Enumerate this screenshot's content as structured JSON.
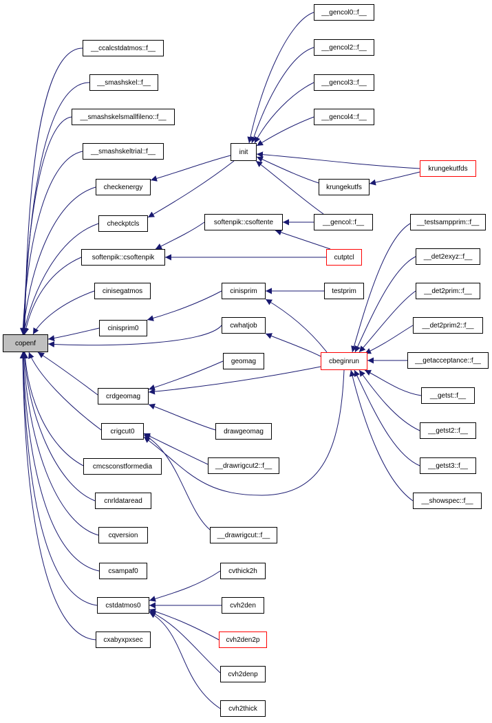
{
  "colors": {
    "edge": "#191970",
    "node_border": "#000000",
    "truncated_border": "#ff0000",
    "root_fill": "#bfbfbf"
  },
  "nodes": {
    "copenf": "copenf",
    "ccalcstdatmos": "__ccalcstdatmos::f__",
    "smashskel": "__smashskel::f__",
    "smashskelsmallfileno": "__smashskelsmallfileno::f__",
    "smashskeltrial": "__smashskeltrial::f__",
    "checkenergy": "checkenergy",
    "checkptcls": "checkptcls",
    "csoftenpik": "softenpik::csoftenpik",
    "cinisegatmos": "cinisegatmos",
    "cinisprim0": "cinisprim0",
    "crdgeomag": "crdgeomag",
    "crigcut0": "crigcut0",
    "cmcsconstformedia": "cmcsconstformedia",
    "cnrldataread": "cnrldataread",
    "cqversion": "cqversion",
    "csampaf0": "csampaf0",
    "cstdatmos0": "cstdatmos0",
    "cxabyxpxsec": "cxabyxpxsec",
    "init": "init",
    "csoftente": "softenpik::csoftente",
    "cinisprim": "cinisprim",
    "cwhatjob": "cwhatjob",
    "geomag": "geomag",
    "drawgeomag": "drawgeomag",
    "drawrigcut2": "__drawrigcut2::f__",
    "drawrigcut": "__drawrigcut::f__",
    "cvthick2h": "cvthick2h",
    "cvh2den": "cvh2den",
    "cvh2den2p": "cvh2den2p",
    "cvh2denp": "cvh2denp",
    "cvh2thick": "cvh2thick",
    "gencol0": "__gencol0::f__",
    "gencol2": "__gencol2::f__",
    "gencol3": "__gencol3::f__",
    "gencol4": "__gencol4::f__",
    "krungekutfs": "krungekutfs",
    "krungekutfds": "krungekutfds",
    "gencol": "__gencol::f__",
    "cutptcl": "cutptcl",
    "testprim": "testprim",
    "cbeginrun": "cbeginrun",
    "testsampprim": "__testsampprim::f__",
    "det2exyz": "__det2exyz::f__",
    "det2prim": "__det2prim::f__",
    "det2prim2": "__det2prim2::f__",
    "getacceptance": "__getacceptance::f__",
    "getst": "__getst::f__",
    "getst2": "__getst2::f__",
    "getst3": "__getst3::f__",
    "showspec": "__showspec::f__"
  }
}
